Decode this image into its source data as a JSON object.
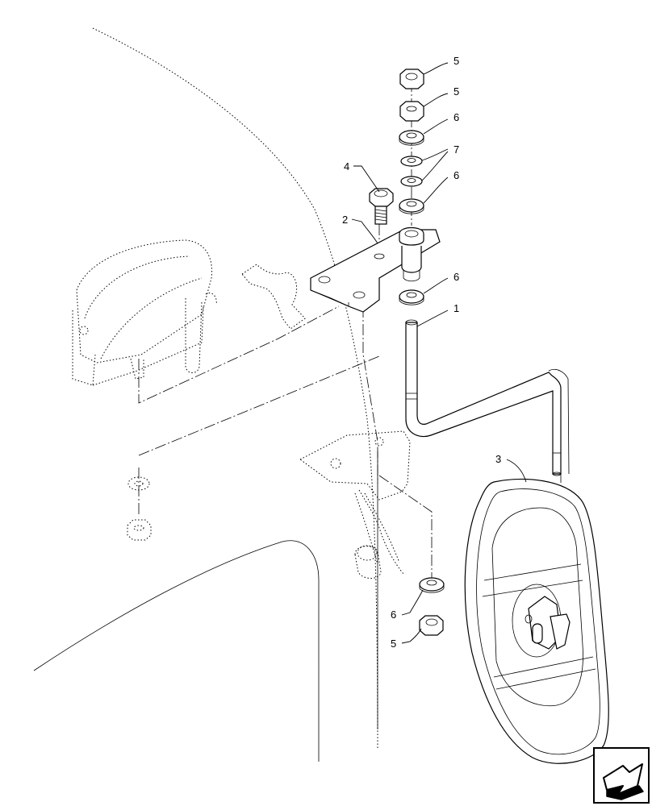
{
  "diagram": {
    "callouts": [
      {
        "id": "c5a",
        "label": "5"
      },
      {
        "id": "c5b",
        "label": "5"
      },
      {
        "id": "c6a",
        "label": "6"
      },
      {
        "id": "c7",
        "label": "7"
      },
      {
        "id": "c6b",
        "label": "6"
      },
      {
        "id": "c4",
        "label": "4"
      },
      {
        "id": "c2",
        "label": "2"
      },
      {
        "id": "c6c",
        "label": "6"
      },
      {
        "id": "c1",
        "label": "1"
      },
      {
        "id": "c3",
        "label": "3"
      },
      {
        "id": "c6d",
        "label": "6"
      },
      {
        "id": "c5c",
        "label": "5"
      }
    ],
    "nav_icon": "next-page-arrow-icon"
  }
}
